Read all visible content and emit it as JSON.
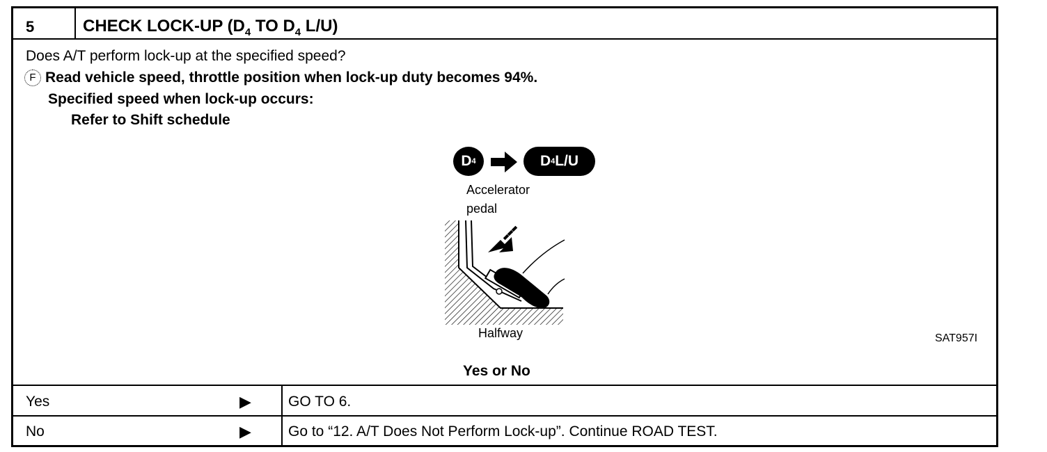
{
  "step": {
    "number": "5",
    "title_main": "CHECK LOCK-UP (D",
    "title_sub1": "4",
    "title_mid": " TO D",
    "title_sub2": "4",
    "title_end": " L/U)"
  },
  "body": {
    "question": "Does A/T perform lock-up at the specified speed?",
    "instruction_icon": "F",
    "instruction": "Read vehicle speed, throttle position when lock-up duty becomes 94%.",
    "spec_label": "Specified speed when lock-up occurs:",
    "spec_value": "Refer to Shift schedule"
  },
  "figure": {
    "from_gear": "D",
    "from_gear_sub": "4",
    "to_gear": "D",
    "to_gear_sub": "4",
    "to_gear_suffix": " L/U",
    "pedal_label_line1": "Accelerator",
    "pedal_label_line2": "pedal",
    "position_label": "Halfway",
    "figure_code": "SAT957I",
    "icon": "accelerator-pedal-icon"
  },
  "prompt": "Yes or No",
  "results": [
    {
      "answer": "Yes",
      "arrow": "▶",
      "action": "GO TO 6."
    },
    {
      "answer": "No",
      "arrow": "▶",
      "action": "Go to “12. A/T Does Not Perform Lock-up”. Continue ROAD TEST."
    }
  ]
}
